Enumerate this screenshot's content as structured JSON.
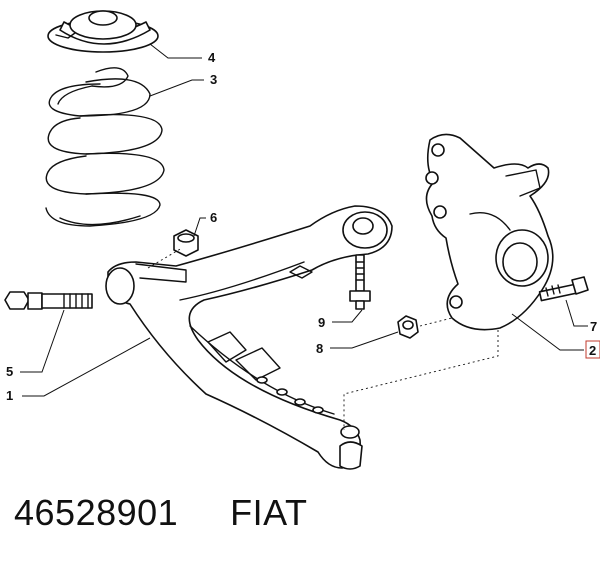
{
  "callouts": [
    {
      "id": "c1",
      "label": "1"
    },
    {
      "id": "c2",
      "label": "2",
      "highlighted": true
    },
    {
      "id": "c3",
      "label": "3"
    },
    {
      "id": "c4",
      "label": "4"
    },
    {
      "id": "c5",
      "label": "5"
    },
    {
      "id": "c6",
      "label": "6"
    },
    {
      "id": "c7",
      "label": "7"
    },
    {
      "id": "c8",
      "label": "8"
    },
    {
      "id": "c9",
      "label": "9"
    }
  ],
  "footer": {
    "part_number": "46528901",
    "brand": "FIAT"
  },
  "colors": {
    "line": "#111111",
    "highlight": "#c0392b",
    "background": "#ffffff"
  }
}
